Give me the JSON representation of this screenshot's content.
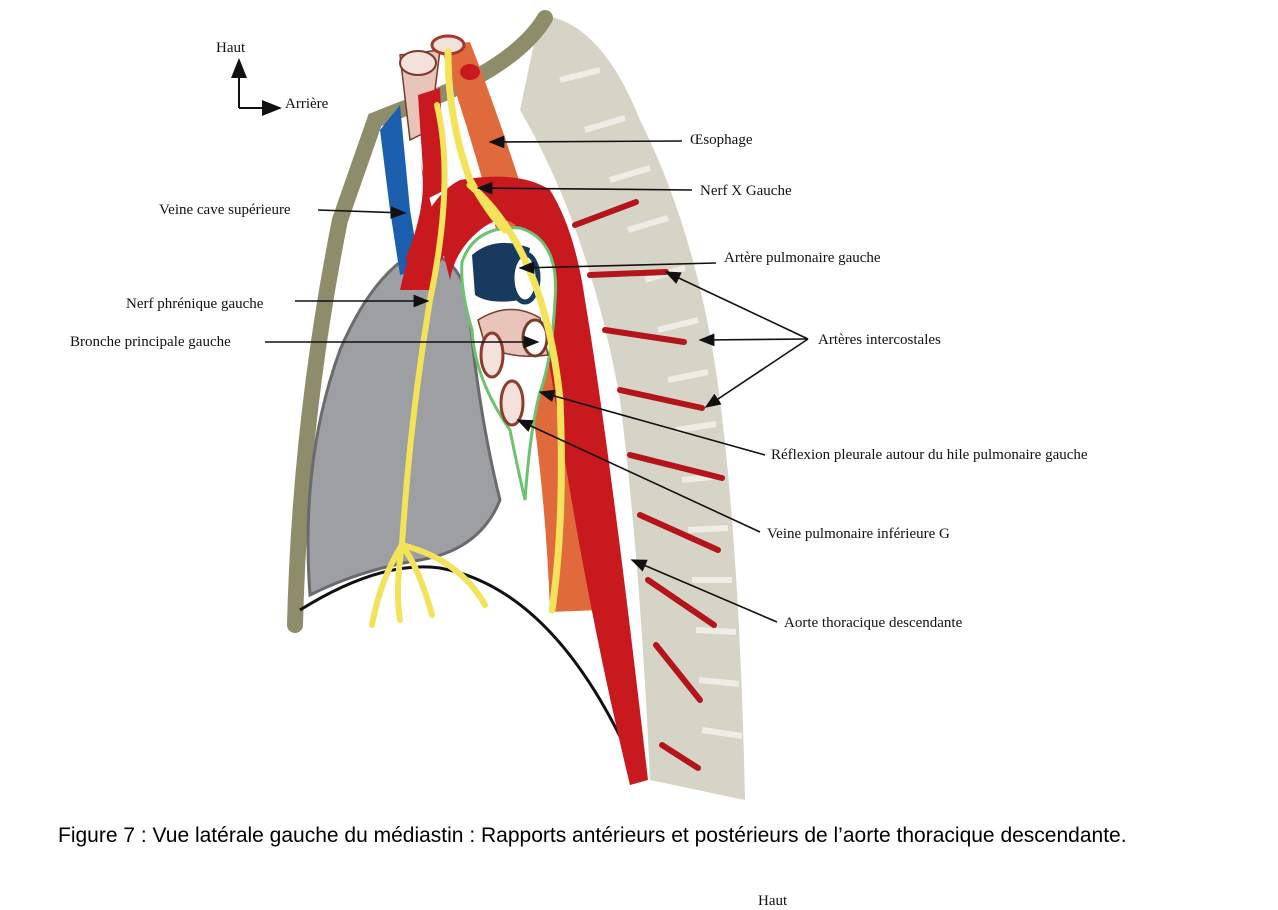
{
  "orientation": {
    "up_label": "Haut",
    "back_label": "Arrière"
  },
  "labels": {
    "esophagus": "Œsophage",
    "left_vagus": "Nerf X Gauche",
    "svc": "Veine cave supérieure",
    "left_pulmonary_artery": "Artère pulmonaire gauche",
    "left_phrenic": "Nerf phrénique gauche",
    "left_main_bronchus": "Bronche principale gauche",
    "intercostal_arteries": "Artères intercostales",
    "pleural_reflection": "Réflexion pleurale autour du hile pulmonaire gauche",
    "inferior_pulmonary_vein": "Veine pulmonaire inférieure G",
    "descending_aorta": "Aorte thoracique descendante"
  },
  "caption": {
    "title": "Figure 7 : Vue latérale gauche du médiastin",
    "text": " : Rapports antérieurs et postérieurs de l’aorte thoracique descendante."
  },
  "footer_label": "Haut",
  "colors": {
    "aorta": "#c8191f",
    "esophagus": "#e06a3c",
    "nerve": "#f2e35a",
    "vein": "#1b5fae",
    "heart": "#9d9fa3",
    "spine": "#d6d4c7",
    "pleura": "#6cc26e",
    "bronchus": "#e8c4bb",
    "pulmonary_artery": "#173a5e",
    "sympathetic": "#8f8c6b"
  }
}
